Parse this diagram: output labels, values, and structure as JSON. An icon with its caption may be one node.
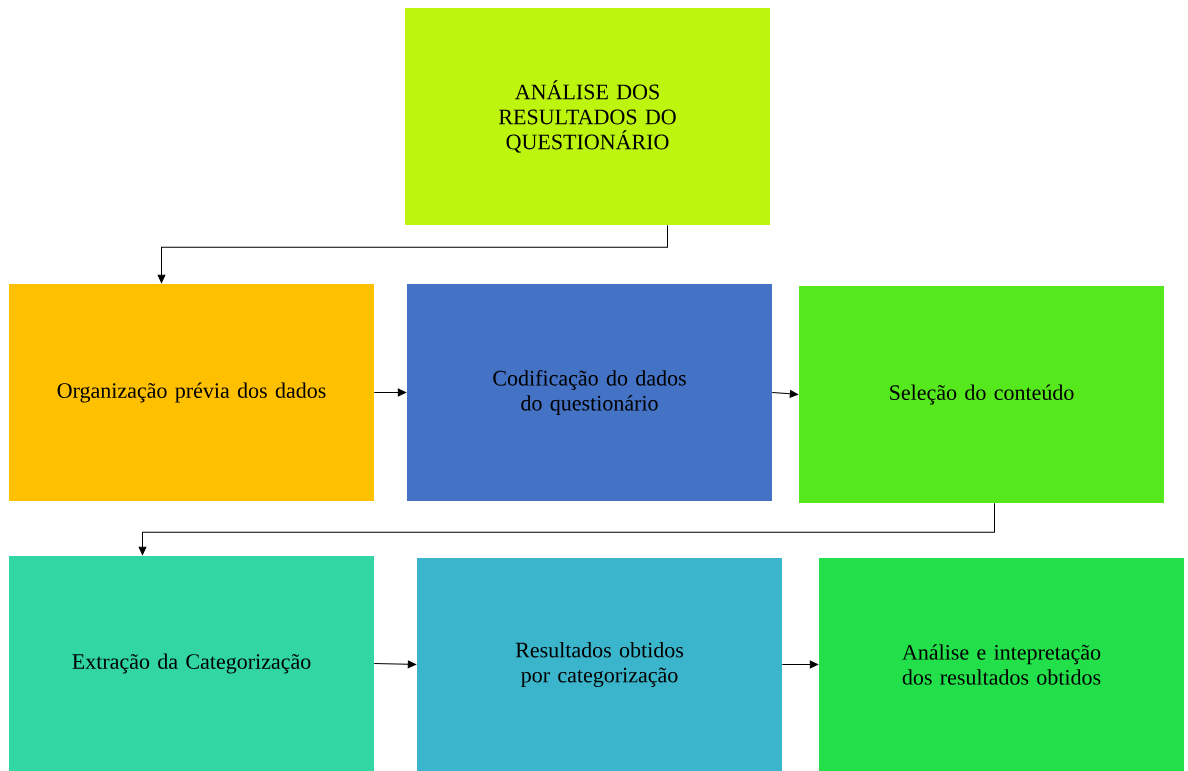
{
  "diagram": {
    "nodes": [
      {
        "text": [
          "ANÁLISE DOS RESULTADOS DO QUESTIONÁRIO"
        ]
      },
      {
        "text": [
          "Organização prévia dos dados"
        ]
      },
      {
        "text": [
          "Codificação do dados do questionário"
        ]
      },
      {
        "text": [
          "Seleção do conteúdo"
        ]
      },
      {
        "text": [
          "Extração da Categorização"
        ]
      },
      {
        "text": [
          "Resultados obtidos por categorização"
        ]
      },
      {
        "text": [
          "Análise e intepretação dos resultados obtidos"
        ]
      }
    ],
    "edges": [
      {
        "from": 0,
        "to": 1,
        "arrow": "to"
      },
      {
        "from": 1,
        "to": 2,
        "arrow": "to"
      },
      {
        "from": 2,
        "to": 3,
        "arrow": "to"
      },
      {
        "from": 3,
        "to": 4,
        "arrow": "to"
      },
      {
        "from": 4,
        "to": 5,
        "arrow": "to"
      },
      {
        "from": 5,
        "to": 6,
        "arrow": "to"
      }
    ]
  }
}
